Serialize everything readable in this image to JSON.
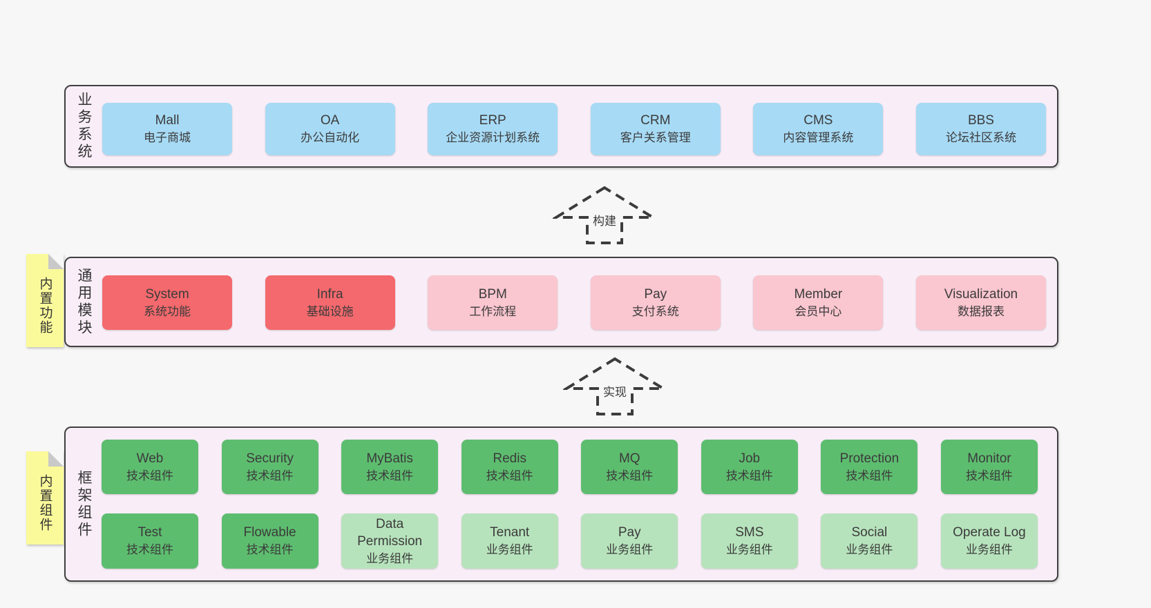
{
  "colors": {
    "page_bg": "#f7f7f7",
    "panel_fill": "#f9eef8",
    "panel_border": "#3f3f3f",
    "note_fill": "#fbfa9b",
    "note_fold": "#c9c9c9",
    "arrow_stroke": "#3c3c3c",
    "blue": "#a7daf5",
    "red": "#f4696d",
    "pink": "#fac6cf",
    "green": "#5dbd6f",
    "light_green": "#b7e3bc"
  },
  "sections": {
    "business": {
      "side_label": "业务系统",
      "boxes": [
        {
          "title": "Mall",
          "subtitle": "电子商城",
          "variant": "blue"
        },
        {
          "title": "OA",
          "subtitle": "办公自动化",
          "variant": "blue"
        },
        {
          "title": "ERP",
          "subtitle": "企业资源计划系统",
          "variant": "blue"
        },
        {
          "title": "CRM",
          "subtitle": "客户关系管理",
          "variant": "blue"
        },
        {
          "title": "CMS",
          "subtitle": "内容管理系统",
          "variant": "blue"
        },
        {
          "title": "BBS",
          "subtitle": "论坛社区系统",
          "variant": "blue"
        }
      ]
    },
    "modules": {
      "side_label": "通用模块",
      "note_label": "内置功能",
      "boxes": [
        {
          "title": "System",
          "subtitle": "系统功能",
          "variant": "red"
        },
        {
          "title": "Infra",
          "subtitle": "基础设施",
          "variant": "red"
        },
        {
          "title": "BPM",
          "subtitle": "工作流程",
          "variant": "pink"
        },
        {
          "title": "Pay",
          "subtitle": "支付系统",
          "variant": "pink"
        },
        {
          "title": "Member",
          "subtitle": "会员中心",
          "variant": "pink"
        },
        {
          "title": "Visualization",
          "subtitle": "数据报表",
          "variant": "pink"
        }
      ]
    },
    "framework": {
      "side_label": "框架组件",
      "note_label": "内置组件",
      "rows": [
        [
          {
            "title": "Web",
            "subtitle": "技术组件",
            "variant": "green"
          },
          {
            "title": "Security",
            "subtitle": "技术组件",
            "variant": "green"
          },
          {
            "title": "MyBatis",
            "subtitle": "技术组件",
            "variant": "green"
          },
          {
            "title": "Redis",
            "subtitle": "技术组件",
            "variant": "green"
          },
          {
            "title": "MQ",
            "subtitle": "技术组件",
            "variant": "green"
          },
          {
            "title": "Job",
            "subtitle": "技术组件",
            "variant": "green"
          },
          {
            "title": "Protection",
            "subtitle": "技术组件",
            "variant": "green"
          },
          {
            "title": "Monitor",
            "subtitle": "技术组件",
            "variant": "green"
          }
        ],
        [
          {
            "title": "Test",
            "subtitle": "技术组件",
            "variant": "green"
          },
          {
            "title": "Flowable",
            "subtitle": "技术组件",
            "variant": "green"
          },
          {
            "title": "Data Permission",
            "subtitle": "业务组件",
            "variant": "light_green"
          },
          {
            "title": "Tenant",
            "subtitle": "业务组件",
            "variant": "light_green"
          },
          {
            "title": "Pay",
            "subtitle": "业务组件",
            "variant": "light_green"
          },
          {
            "title": "SMS",
            "subtitle": "业务组件",
            "variant": "light_green"
          },
          {
            "title": "Social",
            "subtitle": "业务组件",
            "variant": "light_green"
          },
          {
            "title": "Operate Log",
            "subtitle": "业务组件",
            "variant": "light_green"
          }
        ]
      ]
    }
  },
  "arrows": {
    "build": {
      "label": "构建"
    },
    "implement": {
      "label": "实现"
    }
  }
}
